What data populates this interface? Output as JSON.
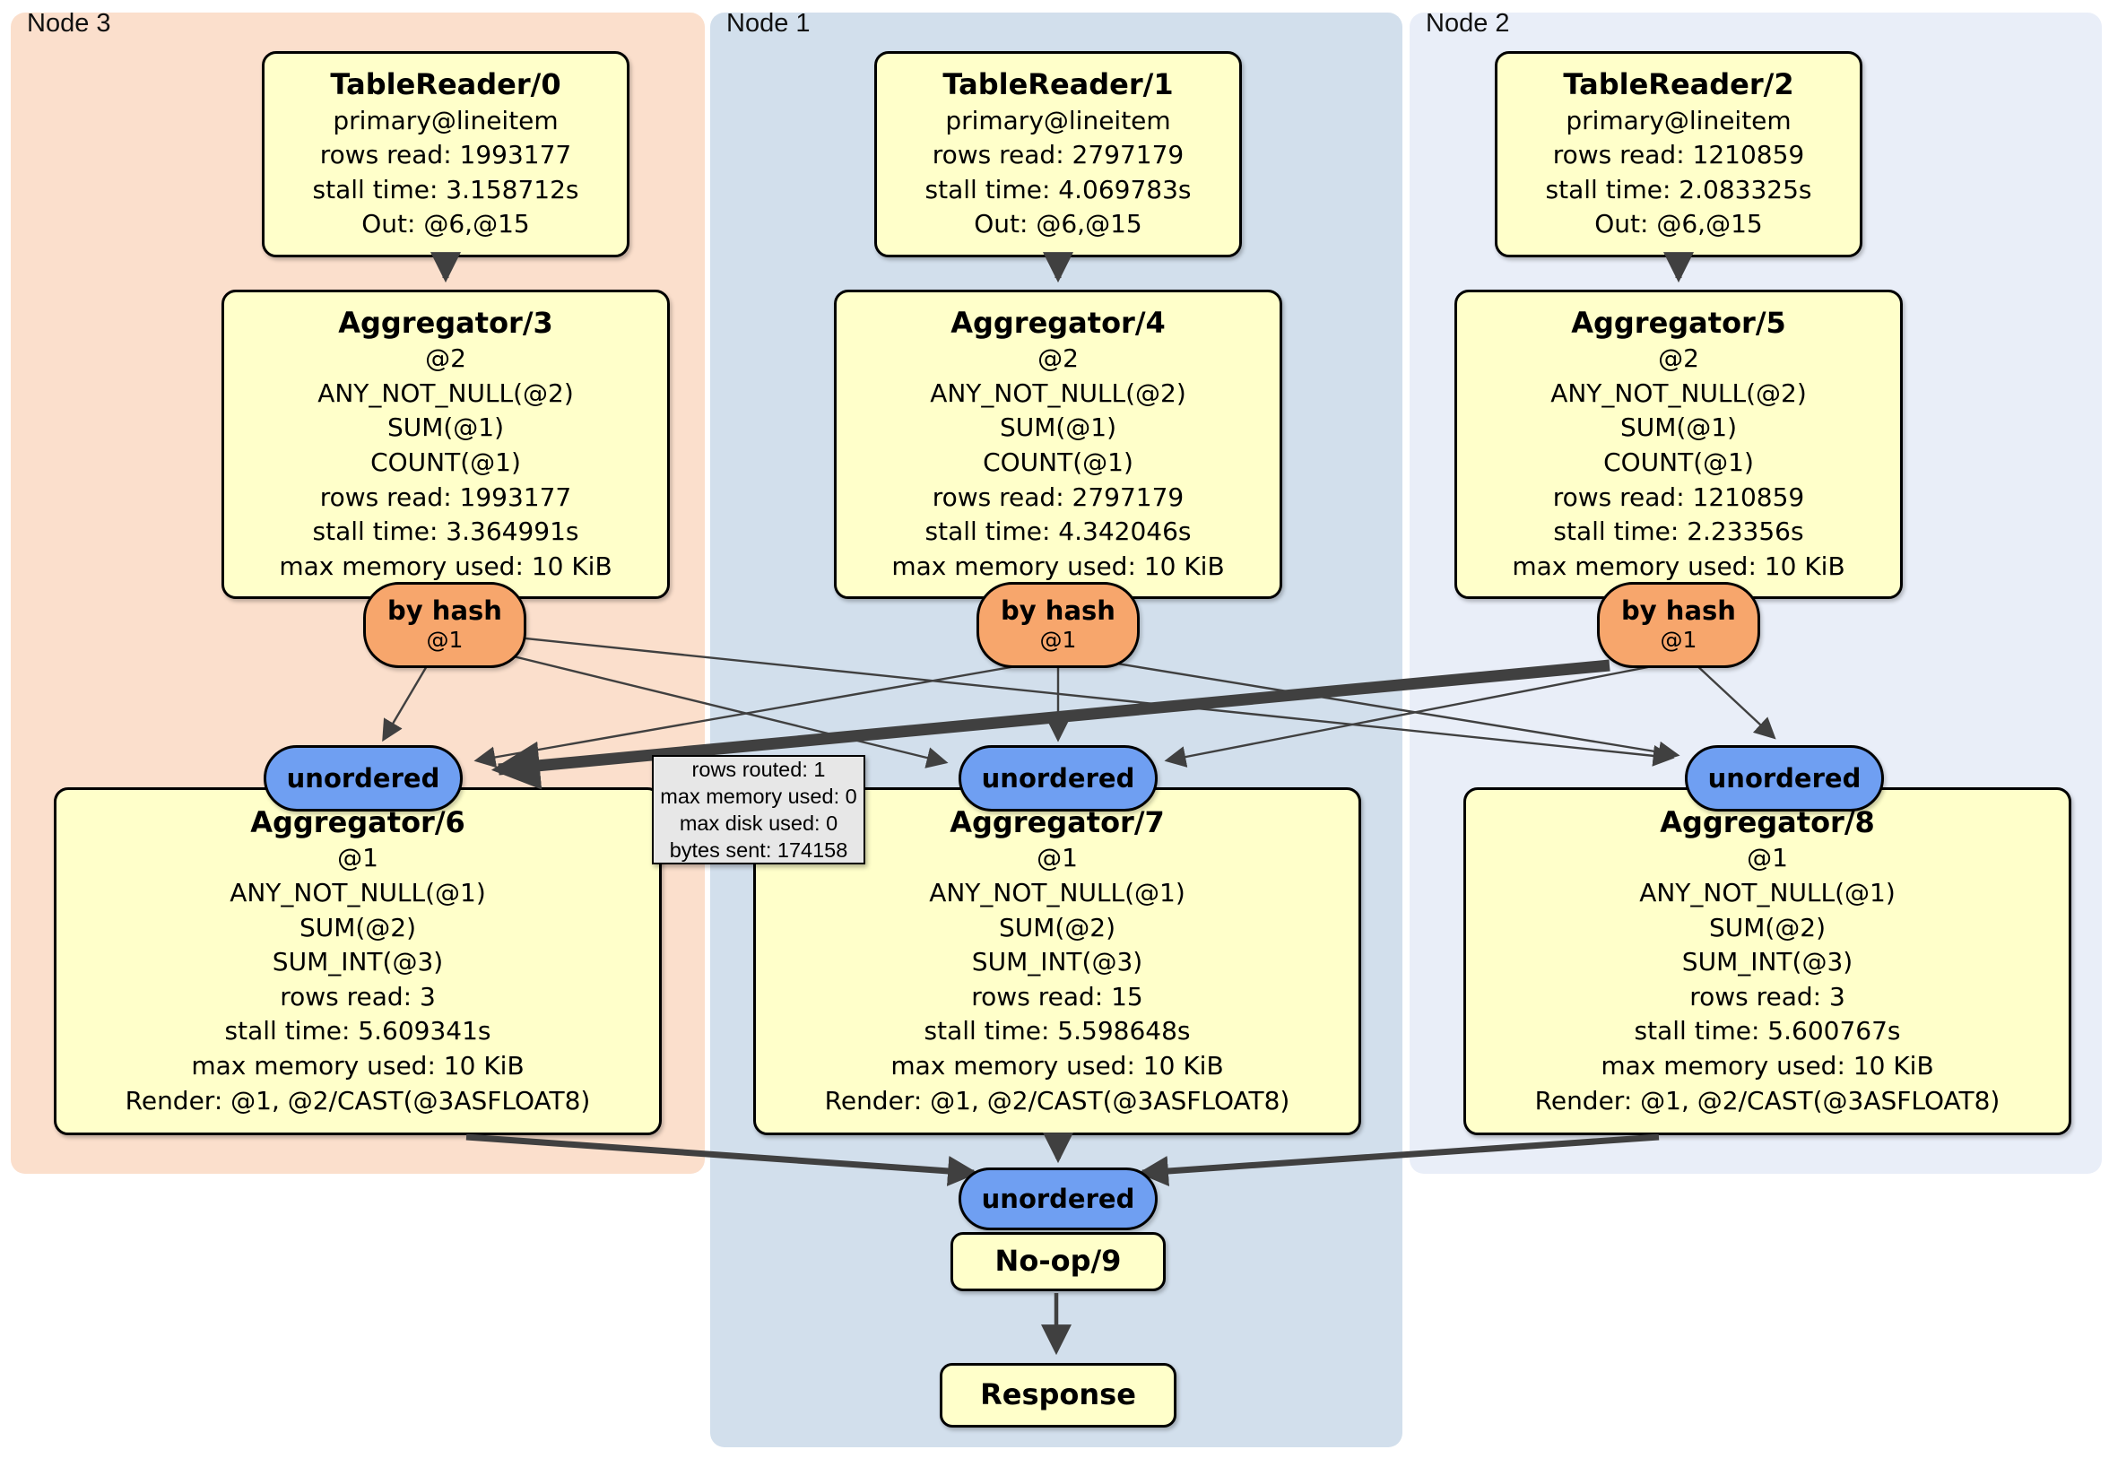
{
  "panels": [
    {
      "label": "Node 3",
      "table_reader": {
        "title": "TableReader/0",
        "lines": [
          "primary@lineitem",
          "rows read: 1993177",
          "stall time: 3.158712s",
          "Out: @6,@15"
        ]
      },
      "aggregator_upper": {
        "title": "Aggregator/3",
        "lines": [
          "@2",
          "ANY_NOT_NULL(@2)",
          "SUM(@1)",
          "COUNT(@1)",
          "rows read: 1993177",
          "stall time: 3.364991s",
          "max memory used: 10 KiB"
        ]
      },
      "by_hash": {
        "label": "by hash",
        "detail": "@1"
      },
      "unordered_label": "unordered",
      "aggregator_lower": {
        "title": "Aggregator/6",
        "lines": [
          "@1",
          "ANY_NOT_NULL(@1)",
          "SUM(@2)",
          "SUM_INT(@3)",
          "rows read: 3",
          "stall time: 5.609341s",
          "max memory used: 10 KiB",
          "Render: @1, @2/CAST(@3ASFLOAT8)"
        ]
      }
    },
    {
      "label": "Node 1",
      "table_reader": {
        "title": "TableReader/1",
        "lines": [
          "primary@lineitem",
          "rows read: 2797179",
          "stall time: 4.069783s",
          "Out: @6,@15"
        ]
      },
      "aggregator_upper": {
        "title": "Aggregator/4",
        "lines": [
          "@2",
          "ANY_NOT_NULL(@2)",
          "SUM(@1)",
          "COUNT(@1)",
          "rows read: 2797179",
          "stall time: 4.342046s",
          "max memory used: 10 KiB"
        ]
      },
      "by_hash": {
        "label": "by hash",
        "detail": "@1"
      },
      "unordered_label": "unordered",
      "aggregator_lower": {
        "title": "Aggregator/7",
        "lines": [
          "@1",
          "ANY_NOT_NULL(@1)",
          "SUM(@2)",
          "SUM_INT(@3)",
          "rows read: 15",
          "stall time: 5.598648s",
          "max memory used: 10 KiB",
          "Render: @1, @2/CAST(@3ASFLOAT8)"
        ]
      }
    },
    {
      "label": "Node 2",
      "table_reader": {
        "title": "TableReader/2",
        "lines": [
          "primary@lineitem",
          "rows read: 1210859",
          "stall time: 2.083325s",
          "Out: @6,@15"
        ]
      },
      "aggregator_upper": {
        "title": "Aggregator/5",
        "lines": [
          "@2",
          "ANY_NOT_NULL(@2)",
          "SUM(@1)",
          "COUNT(@1)",
          "rows read: 1210859",
          "stall time: 2.23356s",
          "max memory used: 10 KiB"
        ]
      },
      "by_hash": {
        "label": "by hash",
        "detail": "@1"
      },
      "unordered_label": "unordered",
      "aggregator_lower": {
        "title": "Aggregator/8",
        "lines": [
          "@1",
          "ANY_NOT_NULL(@1)",
          "SUM(@2)",
          "SUM_INT(@3)",
          "rows read: 3",
          "stall time: 5.600767s",
          "max memory used: 10 KiB",
          "Render: @1, @2/CAST(@3ASFLOAT8)"
        ]
      }
    }
  ],
  "tooltip": {
    "lines": [
      "rows routed: 1",
      "max memory used: 0",
      "max disk used: 0",
      "bytes sent: 174158"
    ]
  },
  "sink": {
    "unordered_label": "unordered",
    "noop_title": "No-op/9",
    "response_title": "Response"
  },
  "colors": {
    "node3_bg": "#fbdfcc",
    "node1_bg": "#d2dfec",
    "node2_bg": "#e9eef8",
    "box_bg": "#ffffca",
    "box_border": "#000000",
    "byhash_bg": "#f7a66c",
    "unordered_bg": "#6f9ff2",
    "tooltip_bg": "#e7e7e7",
    "edge": "#404040"
  }
}
